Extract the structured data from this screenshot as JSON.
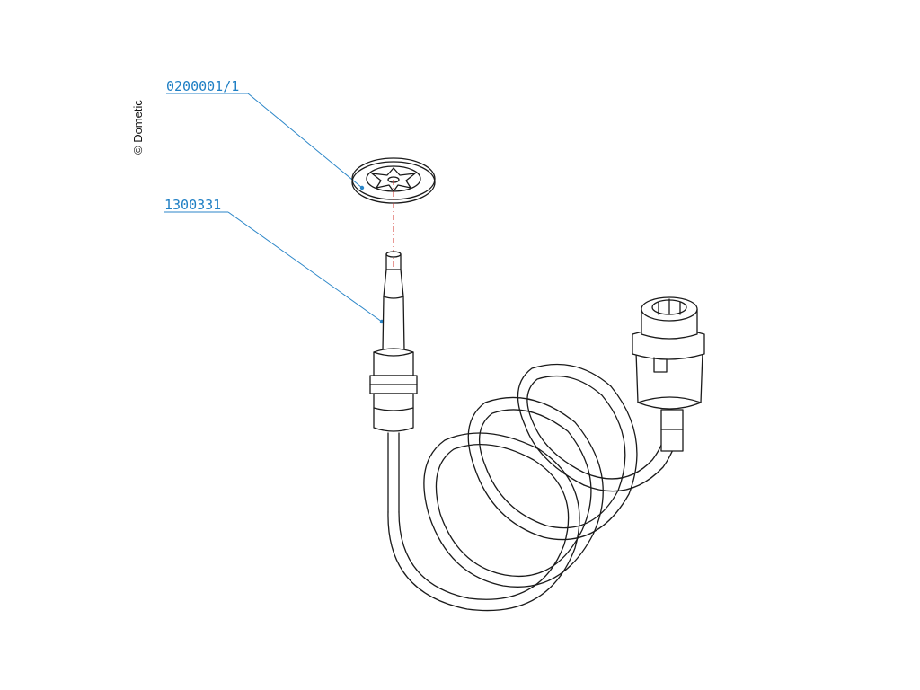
{
  "copyright": "© Dometic",
  "parts": [
    {
      "id": "washer",
      "number": "0200001/1"
    },
    {
      "id": "thermocouple",
      "number": "1300331"
    }
  ],
  "colors": {
    "label": "#1f7fc4",
    "leader": "#2b86c8",
    "centerline": "#d0302a",
    "ink": "#1a1a1a"
  }
}
